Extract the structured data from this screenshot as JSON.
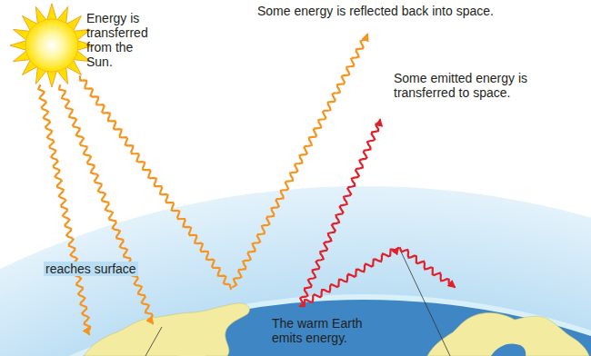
{
  "diagram": {
    "labels": [
      "Energy is transferred from the Sun.",
      "Some energy is reflected back into space.",
      "Some emitted energy is transferred to space.",
      "reaches surface",
      "The warm Earth emits energy."
    ]
  }
}
